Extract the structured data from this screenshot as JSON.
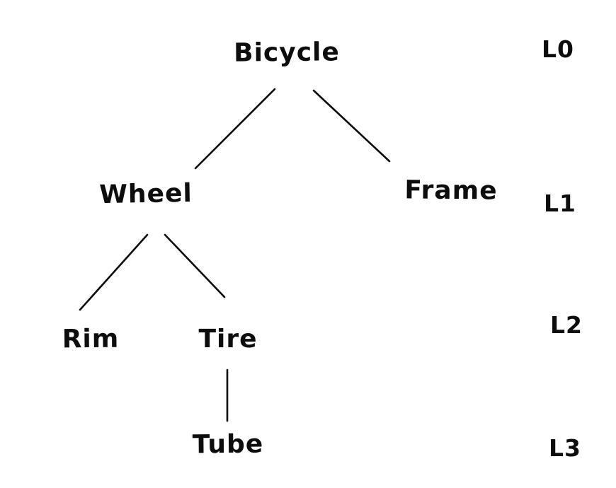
{
  "diagram": {
    "type": "tree",
    "style": "hand-drawn",
    "background_color": "#ffffff",
    "stroke_color": "#0d0d0d",
    "text_color": "#0d0d0d",
    "nodes": [
      {
        "id": "bicycle",
        "label": "Bicycle",
        "level": "L0",
        "parent": null
      },
      {
        "id": "wheel",
        "label": "Wheel",
        "level": "L1",
        "parent": "bicycle"
      },
      {
        "id": "frame",
        "label": "Frame",
        "level": "L1",
        "parent": "bicycle"
      },
      {
        "id": "rim",
        "label": "Rim",
        "level": "L2",
        "parent": "wheel"
      },
      {
        "id": "tire",
        "label": "Tire",
        "level": "L2",
        "parent": "wheel"
      },
      {
        "id": "tube",
        "label": "Tube",
        "level": "L3",
        "parent": "tire"
      }
    ],
    "edges": [
      {
        "from": "Bicycle",
        "to": "Wheel"
      },
      {
        "from": "Bicycle",
        "to": "Frame"
      },
      {
        "from": "Wheel",
        "to": "Rim"
      },
      {
        "from": "Wheel",
        "to": "Tire"
      },
      {
        "from": "Tire",
        "to": "Tube"
      }
    ],
    "level_labels": [
      {
        "label": "L0"
      },
      {
        "label": "L1"
      },
      {
        "label": "L2"
      },
      {
        "label": "L3"
      }
    ]
  }
}
